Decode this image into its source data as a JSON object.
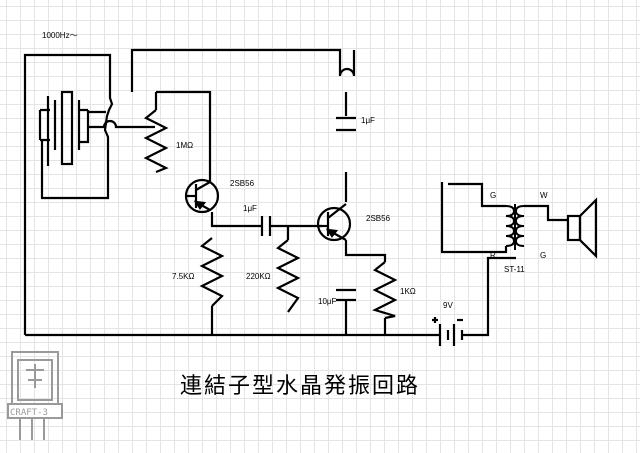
{
  "diagram": {
    "title": "連結子型水晶発振回路",
    "labels": {
      "frequency": "1000Hz～",
      "r1": "1MΩ",
      "q1": "2SB56",
      "c1": "1μF",
      "c2": "1μF",
      "q2": "2SB56",
      "r2": "7.5KΩ",
      "r3": "220KΩ",
      "c3": "10μF",
      "r4": "1KΩ",
      "battery": "9V",
      "transformer": "ST-11",
      "pin_g1": "G",
      "pin_r": "R",
      "pin_w": "W",
      "pin_g2": "G"
    },
    "logo": {
      "text": "CRAFT-3"
    }
  }
}
